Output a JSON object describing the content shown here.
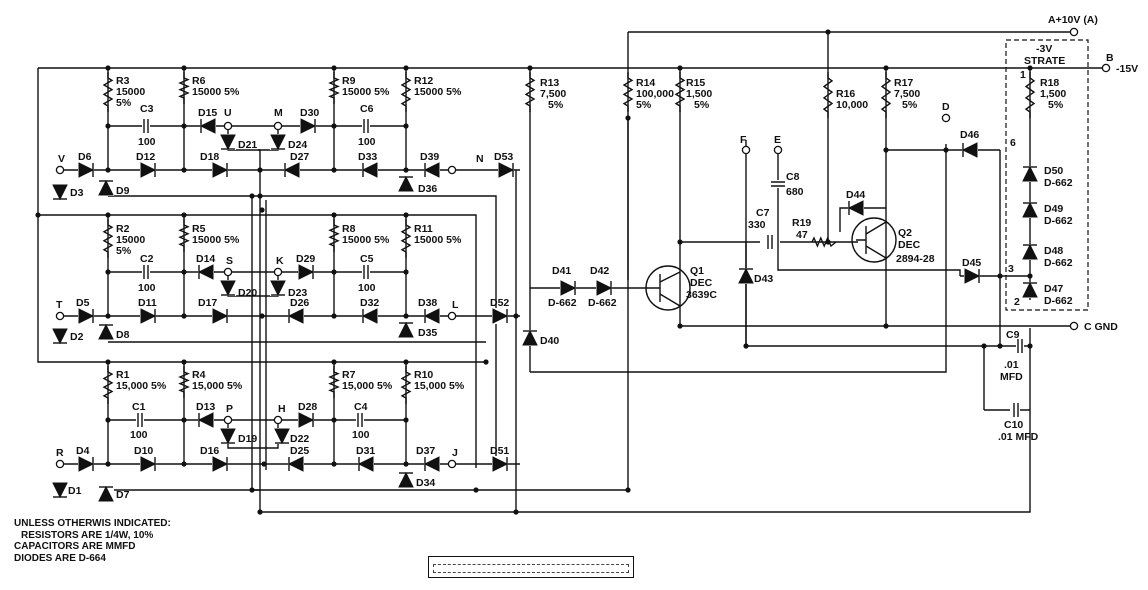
{
  "terminals": {
    "a": "A+10V (A)",
    "b": "B",
    "b_value": "-15V",
    "c": "C GND",
    "strate_top": "-3V",
    "strate_bottom": "STRATE"
  },
  "nodes": [
    "V",
    "U",
    "M",
    "N",
    "T",
    "S",
    "K",
    "L",
    "R",
    "P",
    "H",
    "J",
    "F",
    "E",
    "D"
  ],
  "pins": [
    "1",
    "2",
    "3",
    "6"
  ],
  "resistors": [
    {
      "ref": "R3",
      "val": "15000",
      "tol": "5%"
    },
    {
      "ref": "R6",
      "val": "15000 5%"
    },
    {
      "ref": "R9",
      "val": "15000 5%"
    },
    {
      "ref": "R12",
      "val": "15000 5%"
    },
    {
      "ref": "R2",
      "val": "15000",
      "tol": "5%"
    },
    {
      "ref": "R5",
      "val": "15000 5%"
    },
    {
      "ref": "R8",
      "val": "15000 5%"
    },
    {
      "ref": "R11",
      "val": "15000 5%"
    },
    {
      "ref": "R1",
      "val": "15,000 5%"
    },
    {
      "ref": "R4",
      "val": "15,000 5%"
    },
    {
      "ref": "R7",
      "val": "15,000 5%"
    },
    {
      "ref": "R10",
      "val": "15,000 5%"
    },
    {
      "ref": "R13",
      "val": "7,500",
      "tol": "5%"
    },
    {
      "ref": "R14",
      "val": "100,000",
      "tol": "5%"
    },
    {
      "ref": "R15",
      "val": "1,500",
      "tol": "5%"
    },
    {
      "ref": "R16",
      "val": "10,000"
    },
    {
      "ref": "R17",
      "val": "7,500",
      "tol": "5%"
    },
    {
      "ref": "R18",
      "val": "1,500",
      "tol": "5%"
    },
    {
      "ref": "R19",
      "val": "47"
    }
  ],
  "capacitors": [
    {
      "ref": "C3",
      "val": "100"
    },
    {
      "ref": "C6",
      "val": "100"
    },
    {
      "ref": "C2",
      "val": "100"
    },
    {
      "ref": "C5",
      "val": "100"
    },
    {
      "ref": "C1",
      "val": "100"
    },
    {
      "ref": "C4",
      "val": "100"
    },
    {
      "ref": "C7",
      "val": "330"
    },
    {
      "ref": "C8",
      "val": "680"
    },
    {
      "ref": "C9",
      "val": ".01",
      "unit": "MFD"
    },
    {
      "ref": "C10",
      "val": ".01 MFD"
    }
  ],
  "diodes_matrix": [
    "D6",
    "D12",
    "D15",
    "D18",
    "D21",
    "D24",
    "D27",
    "D30",
    "D33",
    "D36",
    "D39",
    "D9",
    "D3",
    "D5",
    "D11",
    "D14",
    "D17",
    "D20",
    "D23",
    "D26",
    "D29",
    "D32",
    "D35",
    "D38",
    "D8",
    "D2",
    "D4",
    "D10",
    "D13",
    "D16",
    "D19",
    "D22",
    "D25",
    "D28",
    "D31",
    "D34",
    "D37",
    "D7",
    "D1"
  ],
  "diodes_right": [
    {
      "ref": "D53"
    },
    {
      "ref": "D52"
    },
    {
      "ref": "D51"
    },
    {
      "ref": "D40"
    },
    {
      "ref": "D41",
      "type": "D-662"
    },
    {
      "ref": "D42",
      "type": "D-662"
    },
    {
      "ref": "D43"
    },
    {
      "ref": "D44"
    },
    {
      "ref": "D45"
    },
    {
      "ref": "D46"
    },
    {
      "ref": "D50",
      "type": "D-662"
    },
    {
      "ref": "D49",
      "type": "D-662"
    },
    {
      "ref": "D48",
      "type": "D-662"
    },
    {
      "ref": "D47",
      "type": "D-662"
    }
  ],
  "transistors": [
    {
      "ref": "Q1",
      "mfr": "DEC",
      "type": "3639C"
    },
    {
      "ref": "Q2",
      "mfr": "DEC",
      "type": "2894-28"
    }
  ],
  "notes": [
    "UNLESS OTHERWIS INDICATED:",
    "RESISTORS ARE 1/4W, 10%",
    "CAPACITORS ARE MMFD",
    "DIODES ARE D-664"
  ]
}
